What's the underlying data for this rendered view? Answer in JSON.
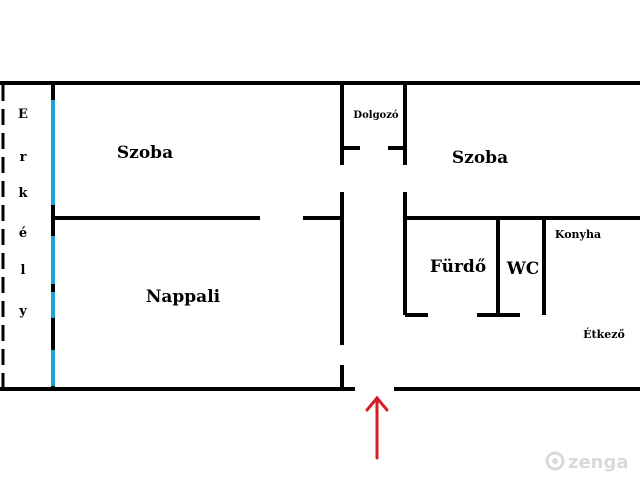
{
  "balcony": {
    "letters": [
      "E",
      "r",
      "k",
      "é",
      "l",
      "y"
    ]
  },
  "rooms": {
    "szoba_left": "Szoba",
    "nappali": "Nappali",
    "dolgozo": "Dolgozó",
    "szoba_right": "Szoba",
    "furdo": "Fürdő",
    "wc": "WC",
    "konyha": "Konyha",
    "etkezo": "Étkező"
  },
  "watermark": {
    "text": "zenga",
    "icon": "zenga-logo-icon"
  },
  "colors": {
    "wall": "#000000",
    "window": "#1fa3d6",
    "entrance_arrow": "#d41f26",
    "watermark": "#d9d9d9"
  }
}
